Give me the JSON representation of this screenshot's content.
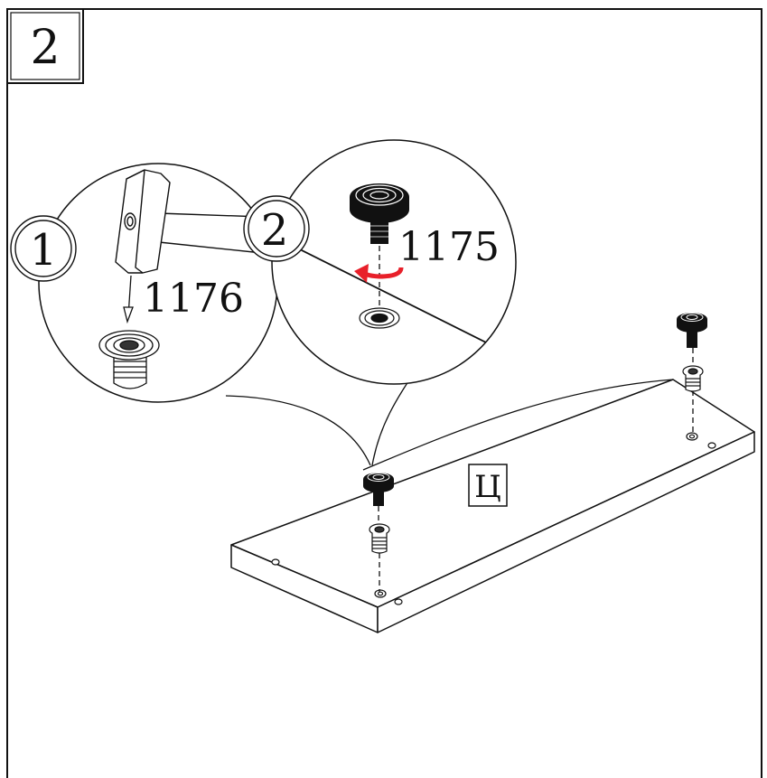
{
  "step": {
    "number": "2"
  },
  "detail_callouts": [
    {
      "number": "1",
      "part_number": "1176"
    },
    {
      "number": "2",
      "part_number": "1175"
    }
  ],
  "panel": {
    "label": "Ц"
  },
  "colors": {
    "line": "#111111",
    "rotation_arrow": "#e8202a",
    "background": "#ffffff"
  },
  "icons": [
    "hammer-icon",
    "threaded-insert-icon",
    "leveling-foot-icon",
    "rotate-arrow-icon"
  ]
}
